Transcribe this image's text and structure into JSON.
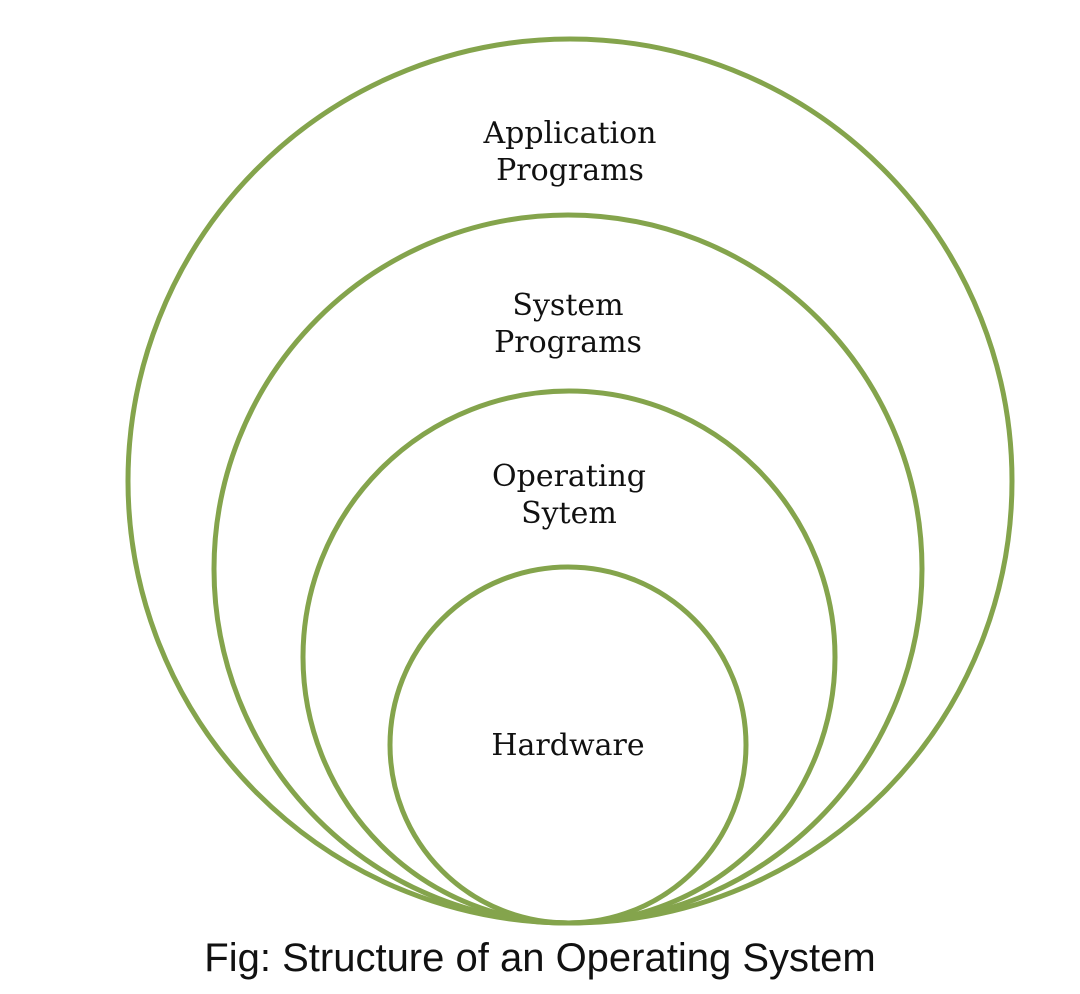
{
  "diagram": {
    "type": "nested-circles",
    "stroke_color": "#84a44c",
    "layers": [
      {
        "label_lines": [
          "Application",
          "Programs"
        ]
      },
      {
        "label_lines": [
          "System",
          "Programs"
        ]
      },
      {
        "label_lines": [
          "Operating",
          "Sytem"
        ]
      },
      {
        "label_lines": [
          "Hardware"
        ]
      }
    ]
  },
  "caption": "Fig: Structure of an Operating System"
}
